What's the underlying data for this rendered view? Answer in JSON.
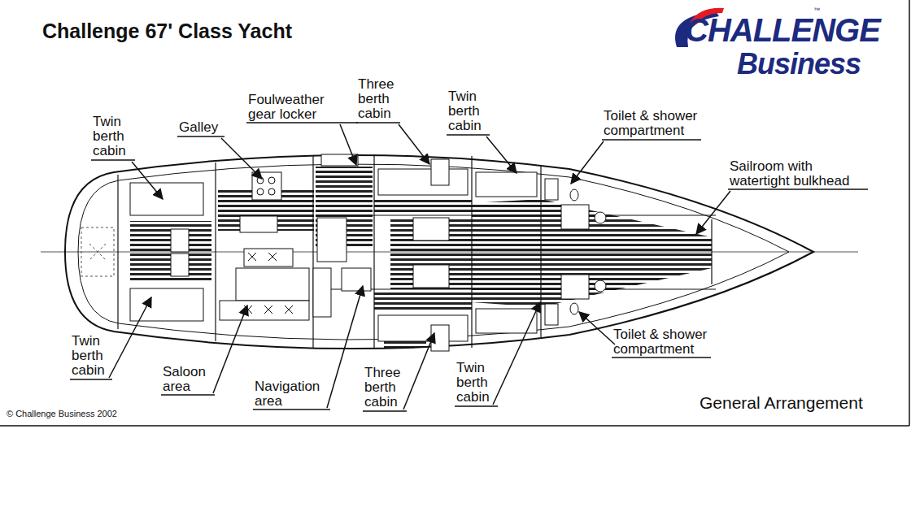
{
  "diagram": {
    "title": "Challenge 67' Class Yacht",
    "caption": "General Arrangement",
    "labels": [
      "™",
      "CHALLENGE",
      "Business",
      "Twin berth cabin",
      "Galley",
      "Foulweather gear locker",
      "Three berth cabin",
      "Twin berth cabin",
      "Toilet & shower compartment",
      "Sailroom with watertight bulkhead",
      "Twin berth cabin",
      "Saloon area",
      "Navigation area",
      "Three berth cabin",
      "Twin berth cabin",
      "Toilet & shower compartment",
      "© Challenge Business 2002"
    ]
  }
}
